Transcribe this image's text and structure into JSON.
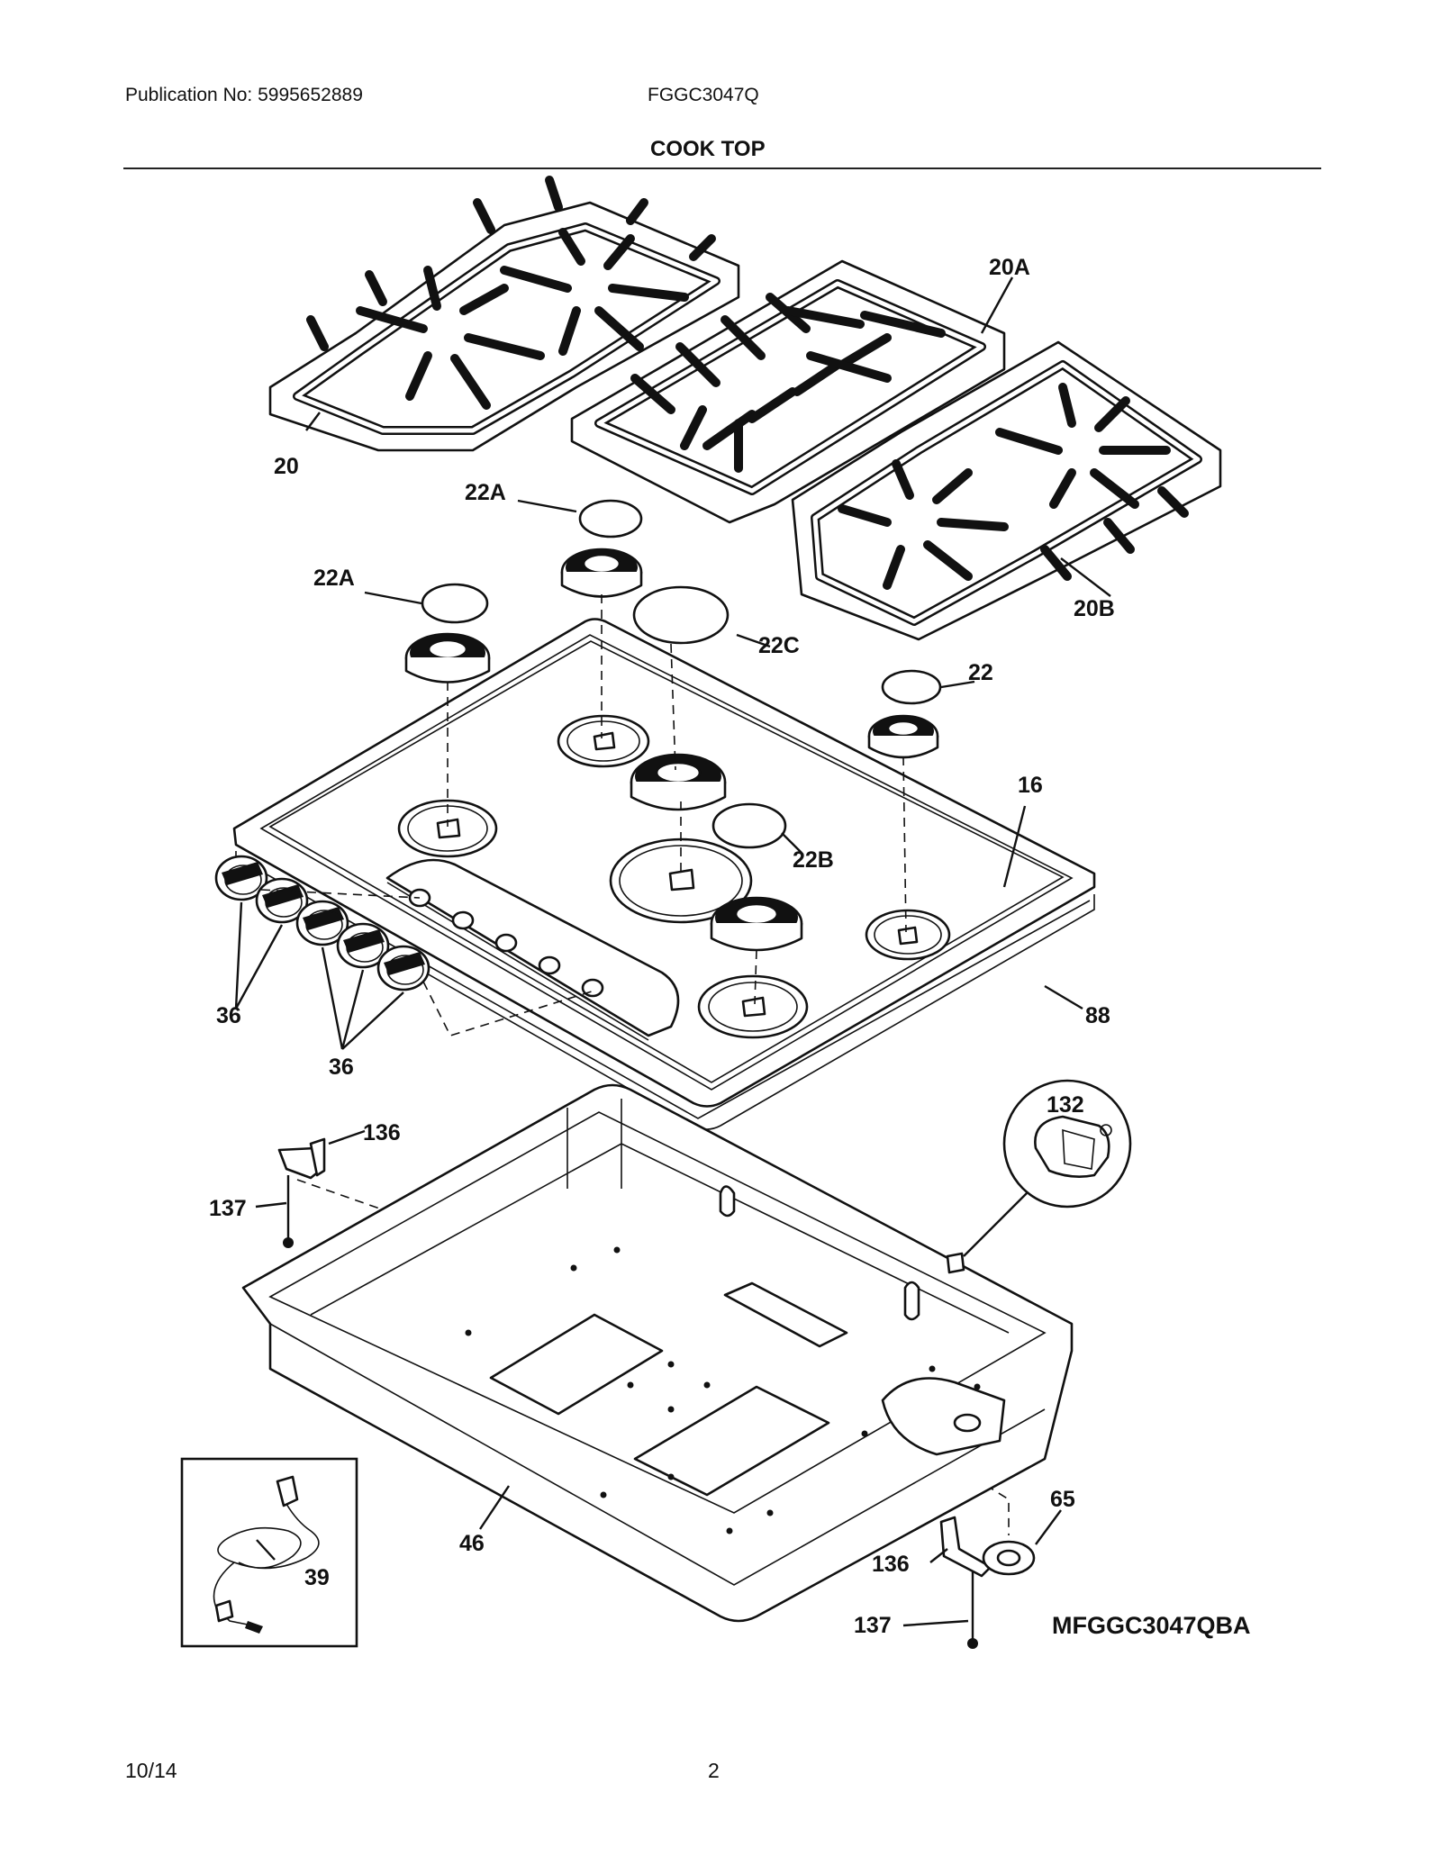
{
  "header": {
    "publication": "Publication No: 5995652889",
    "model": "FGGC3047Q",
    "title": "COOK TOP"
  },
  "labels": {
    "grate_left": "20",
    "grate_center": "20A",
    "grate_right": "20B",
    "cap_rear_center": "22A",
    "cap_left": "22A",
    "cap_center_large": "22C",
    "cap_right": "22",
    "cooktop": "16",
    "cap_front": "22B",
    "gasket": "88",
    "knobs_left": "36",
    "knobs_right": "36",
    "bracket_upper": "136",
    "screw_upper": "137",
    "switch": "132",
    "cord": "39",
    "burner_box": "46",
    "grommet": "65",
    "bracket_lower": "136",
    "screw_lower": "137"
  },
  "diagram_code": "MFGGC3047QBA",
  "footer": {
    "date": "10/14",
    "page": "2"
  }
}
